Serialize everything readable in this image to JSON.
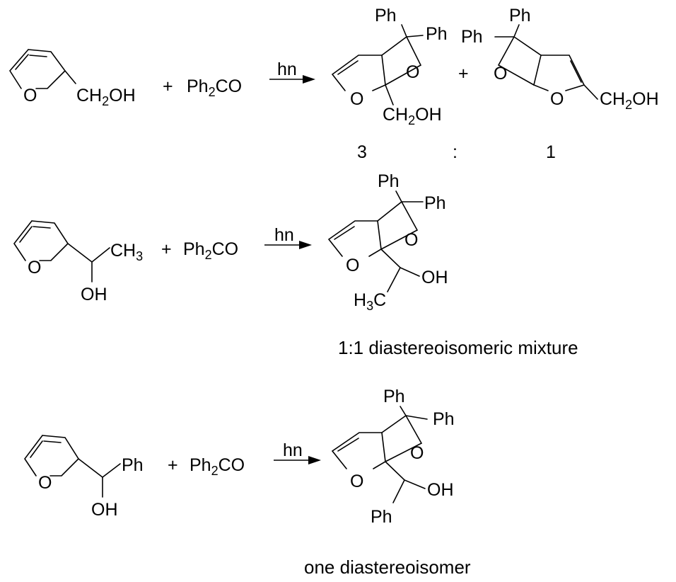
{
  "labels": {
    "Ph": "Ph",
    "O": "O",
    "OH": "OH",
    "CH": "CH",
    "CH2OH_prefix": "CH",
    "sub2": "2",
    "sub3": "3",
    "OH_suffix": "OH",
    "H": "H",
    "C": "C",
    "plus": "+",
    "Ph2CO_prefix": "Ph",
    "Ph2CO_suffix": "CO"
  },
  "reaction_1": {
    "reagent_condition": "hn",
    "ratio_left": "3",
    "ratio_sep": ":",
    "ratio_right": "1"
  },
  "reaction_2": {
    "reagent_condition": "hn",
    "caption": "1:1 diastereoisomeric mixture"
  },
  "reaction_3": {
    "reagent_condition": "hn",
    "caption": "one diastereoisomer"
  }
}
